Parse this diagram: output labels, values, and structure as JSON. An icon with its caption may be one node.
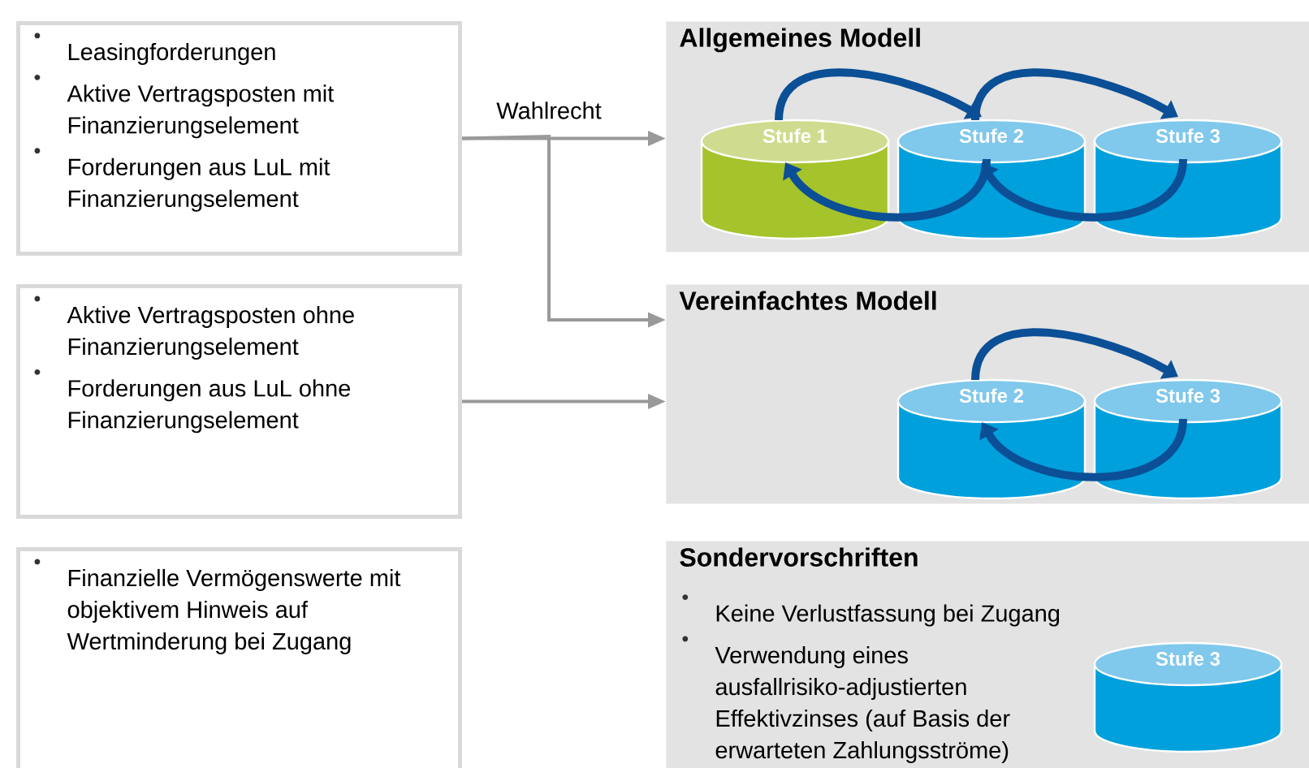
{
  "diagram": {
    "nodes": [
      {
        "text": [
          "Leasingforderungen",
          "Aktive Vertragsposten mit Finanzierungselement",
          "Forderungen aus LuL mit Finanzierungselement"
        ]
      },
      {
        "text": [
          "Allgemeines Modell"
        ]
      },
      {
        "text": [
          "Stufe 1"
        ],
        "in": 1
      },
      {
        "text": [
          "Stufe 2"
        ],
        "in": 1
      },
      {
        "text": [
          "Stufe 3"
        ],
        "in": 1
      },
      {
        "text": [
          "Aktive Vertragsposten ohne Finanzierungselement",
          "Forderungen aus LuL ohne Finanzierungselement"
        ]
      },
      {
        "text": [
          "Vereinfachtes Modell"
        ]
      },
      {
        "text": [
          "Stufe 2"
        ],
        "in": 6
      },
      {
        "text": [
          "Stufe 3"
        ],
        "in": 6
      },
      {
        "text": [
          "Finanzielle Vermögenswerte mit objektivem Hinweis auf Wertminderung bei Zugang"
        ]
      },
      {
        "text": [
          "Sondervorschriften",
          "Keine Verlustfassung bei Zugang",
          "Verwendung eines ausfallrisiko-adjustierten Effektivzinses (auf Basis der erwarteten Zahlungsströme)"
        ]
      },
      {
        "text": [
          "Stufe 3"
        ],
        "in": 10
      }
    ],
    "edges": [
      {
        "from": 0,
        "to": 1,
        "arrow": "to",
        "label": "Wahlrecht",
        "color": "#999999"
      },
      {
        "from": 0,
        "to": 6,
        "arrow": "to",
        "color": "#999999"
      },
      {
        "from": 5,
        "to": 6,
        "arrow": "to",
        "color": "#999999"
      },
      {
        "from": 2,
        "to": 3,
        "arrow": "to"
      },
      {
        "from": 3,
        "to": 4,
        "arrow": "to"
      },
      {
        "from": 3,
        "to": 2,
        "arrow": "to"
      },
      {
        "from": 4,
        "to": 3,
        "arrow": "to"
      },
      {
        "from": 7,
        "to": 8,
        "arrow": "to"
      },
      {
        "from": 8,
        "to": 7,
        "arrow": "to"
      }
    ]
  }
}
